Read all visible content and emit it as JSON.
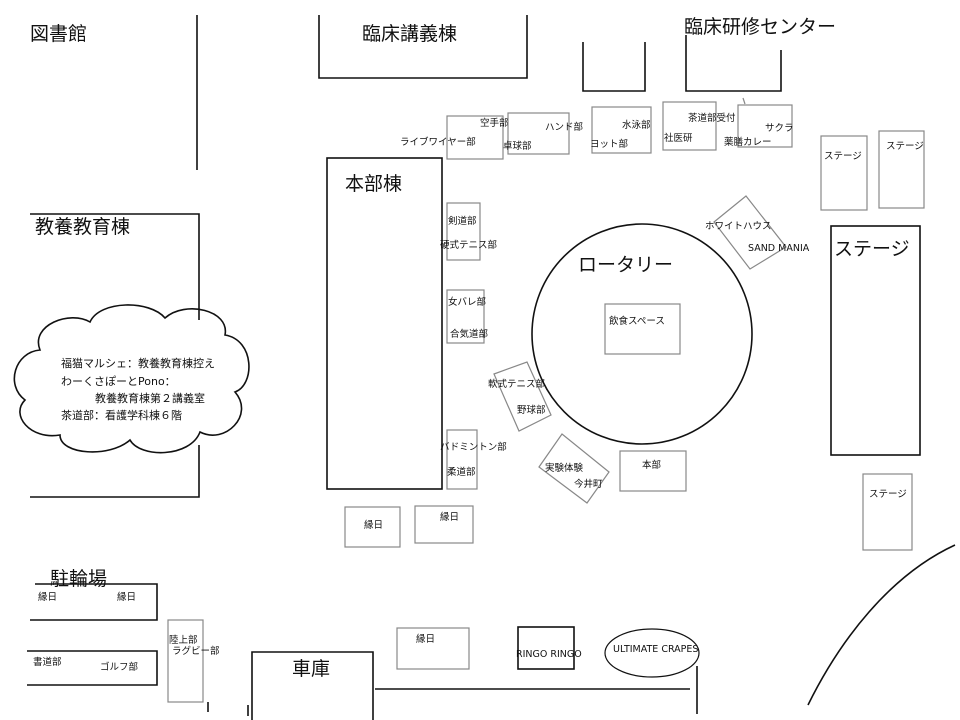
{
  "buildings": {
    "library": "図書館",
    "clinical_lecture": "臨床講義棟",
    "clinical_training": "臨床研修センター",
    "liberal_arts": "教養教育棟",
    "main_building": "本部棟",
    "bicycle_parking": "駐輪場",
    "garage": "車庫",
    "rotary": "ロータリー"
  },
  "note_cloud": {
    "line1": "福猫マルシェ：教養教育棟控え",
    "line2": "わーくさぽーとPono：",
    "line3": "教養教育棟第２講義室",
    "line4": "茶道部：看護学科棟６階"
  },
  "booths": {
    "karate": "空手部",
    "livewire": "ライブワイヤー部",
    "handball": "ハンド部",
    "table_tennis": "卓球部",
    "swimming": "水泳部",
    "yacht": "ヨット部",
    "tea_reception": "茶道部受付",
    "social_medicine": "社医研",
    "sakura": "サクラ",
    "herbal_curry": "薬膳カレー",
    "kendo": "剣道部",
    "hard_tennis": "硬式テニス部",
    "womens_volleyball": "女バレ部",
    "aikido": "合気道部",
    "soft_tennis": "軟式テニス部",
    "baseball": "野球部",
    "badminton": "バドミントン部",
    "judo": "柔道部",
    "experiment": "実験体験",
    "imaicho": "今井町",
    "headquarters": "本部",
    "food_space": "飲食スペース",
    "white_house": "ホワイトハウス",
    "sand_mania": "SAND MANIA",
    "stage": "ステージ",
    "ennichi": "縁日",
    "track": "陸上部",
    "rugby": "ラグビー部",
    "calligraphy": "書道部",
    "golf": "ゴルフ部",
    "ringo": "RINGO RINGO",
    "crepes": "ULTIMATE CRAPES"
  }
}
